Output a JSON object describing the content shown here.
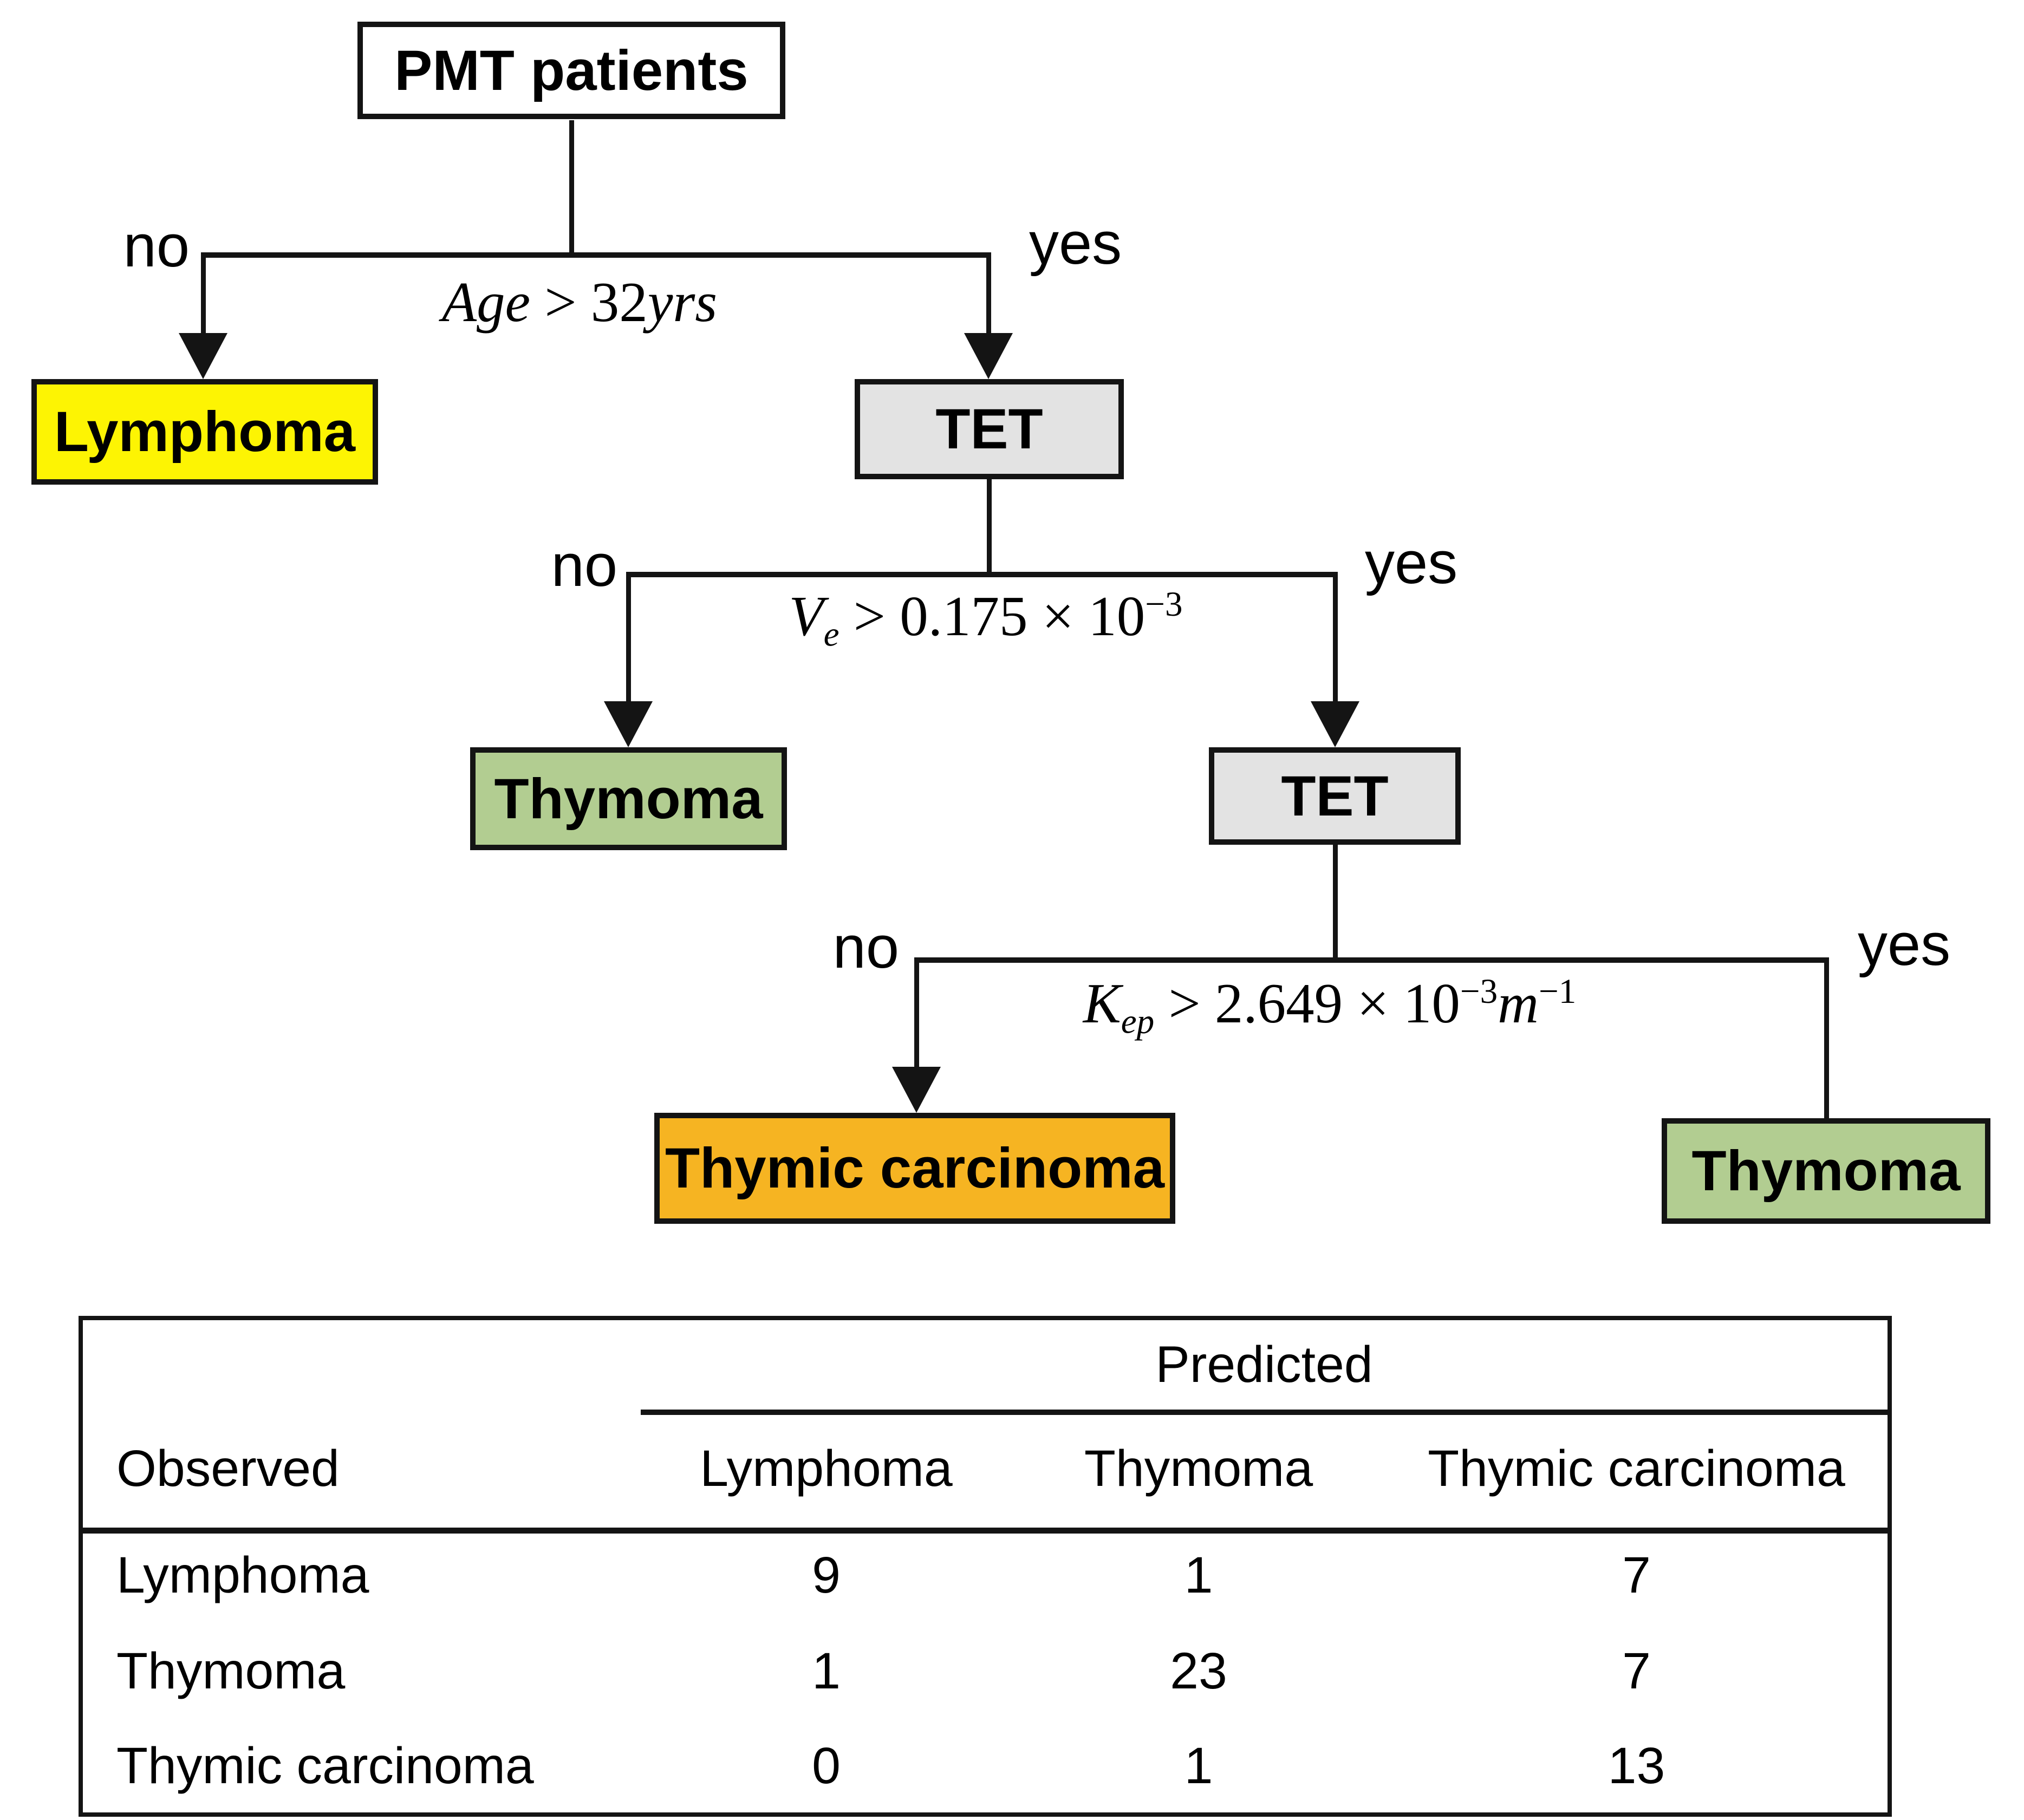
{
  "colors": {
    "root_fill": "#ffffff",
    "tet_fill": "#e3e3e3",
    "lymphoma_fill": "#fdf403",
    "thymoma_fill": "#b2cd91",
    "thymic_carcinoma_fill": "#f6b422"
  },
  "tree": {
    "root_label": "PMT patients",
    "branches": {
      "b1": {
        "no": "no",
        "yes": "yes",
        "var": "Age",
        "mid": " > 32",
        "tail": "yrs"
      },
      "b2": {
        "no": "no",
        "yes": "yes",
        "var": "V",
        "sub": "e",
        "mid": " > 0.175 × 10",
        "sup": "−3"
      },
      "b3": {
        "no": "no",
        "yes": "yes",
        "var": "K",
        "sub": "ep",
        "mid": " > 2.649 × 10",
        "sup1": "−3",
        "unit": "m",
        "sup2": "−1"
      }
    },
    "leaves": {
      "lymphoma": "Lymphoma",
      "tet1": "TET",
      "thymoma1": "Thymoma",
      "tet2": "TET",
      "thymic_carcinoma": "Thymic carcinoma",
      "thymoma2": "Thymoma"
    }
  },
  "table": {
    "group_header": "Predicted",
    "columns": [
      "Observed",
      "Lymphoma",
      "Thymoma",
      "Thymic carcinoma"
    ],
    "rows": [
      {
        "label": "Lymphoma",
        "values": [
          9,
          1,
          7
        ]
      },
      {
        "label": "Thymoma",
        "values": [
          1,
          23,
          7
        ]
      },
      {
        "label": "Thymic carcinoma",
        "values": [
          0,
          1,
          13
        ]
      }
    ]
  }
}
